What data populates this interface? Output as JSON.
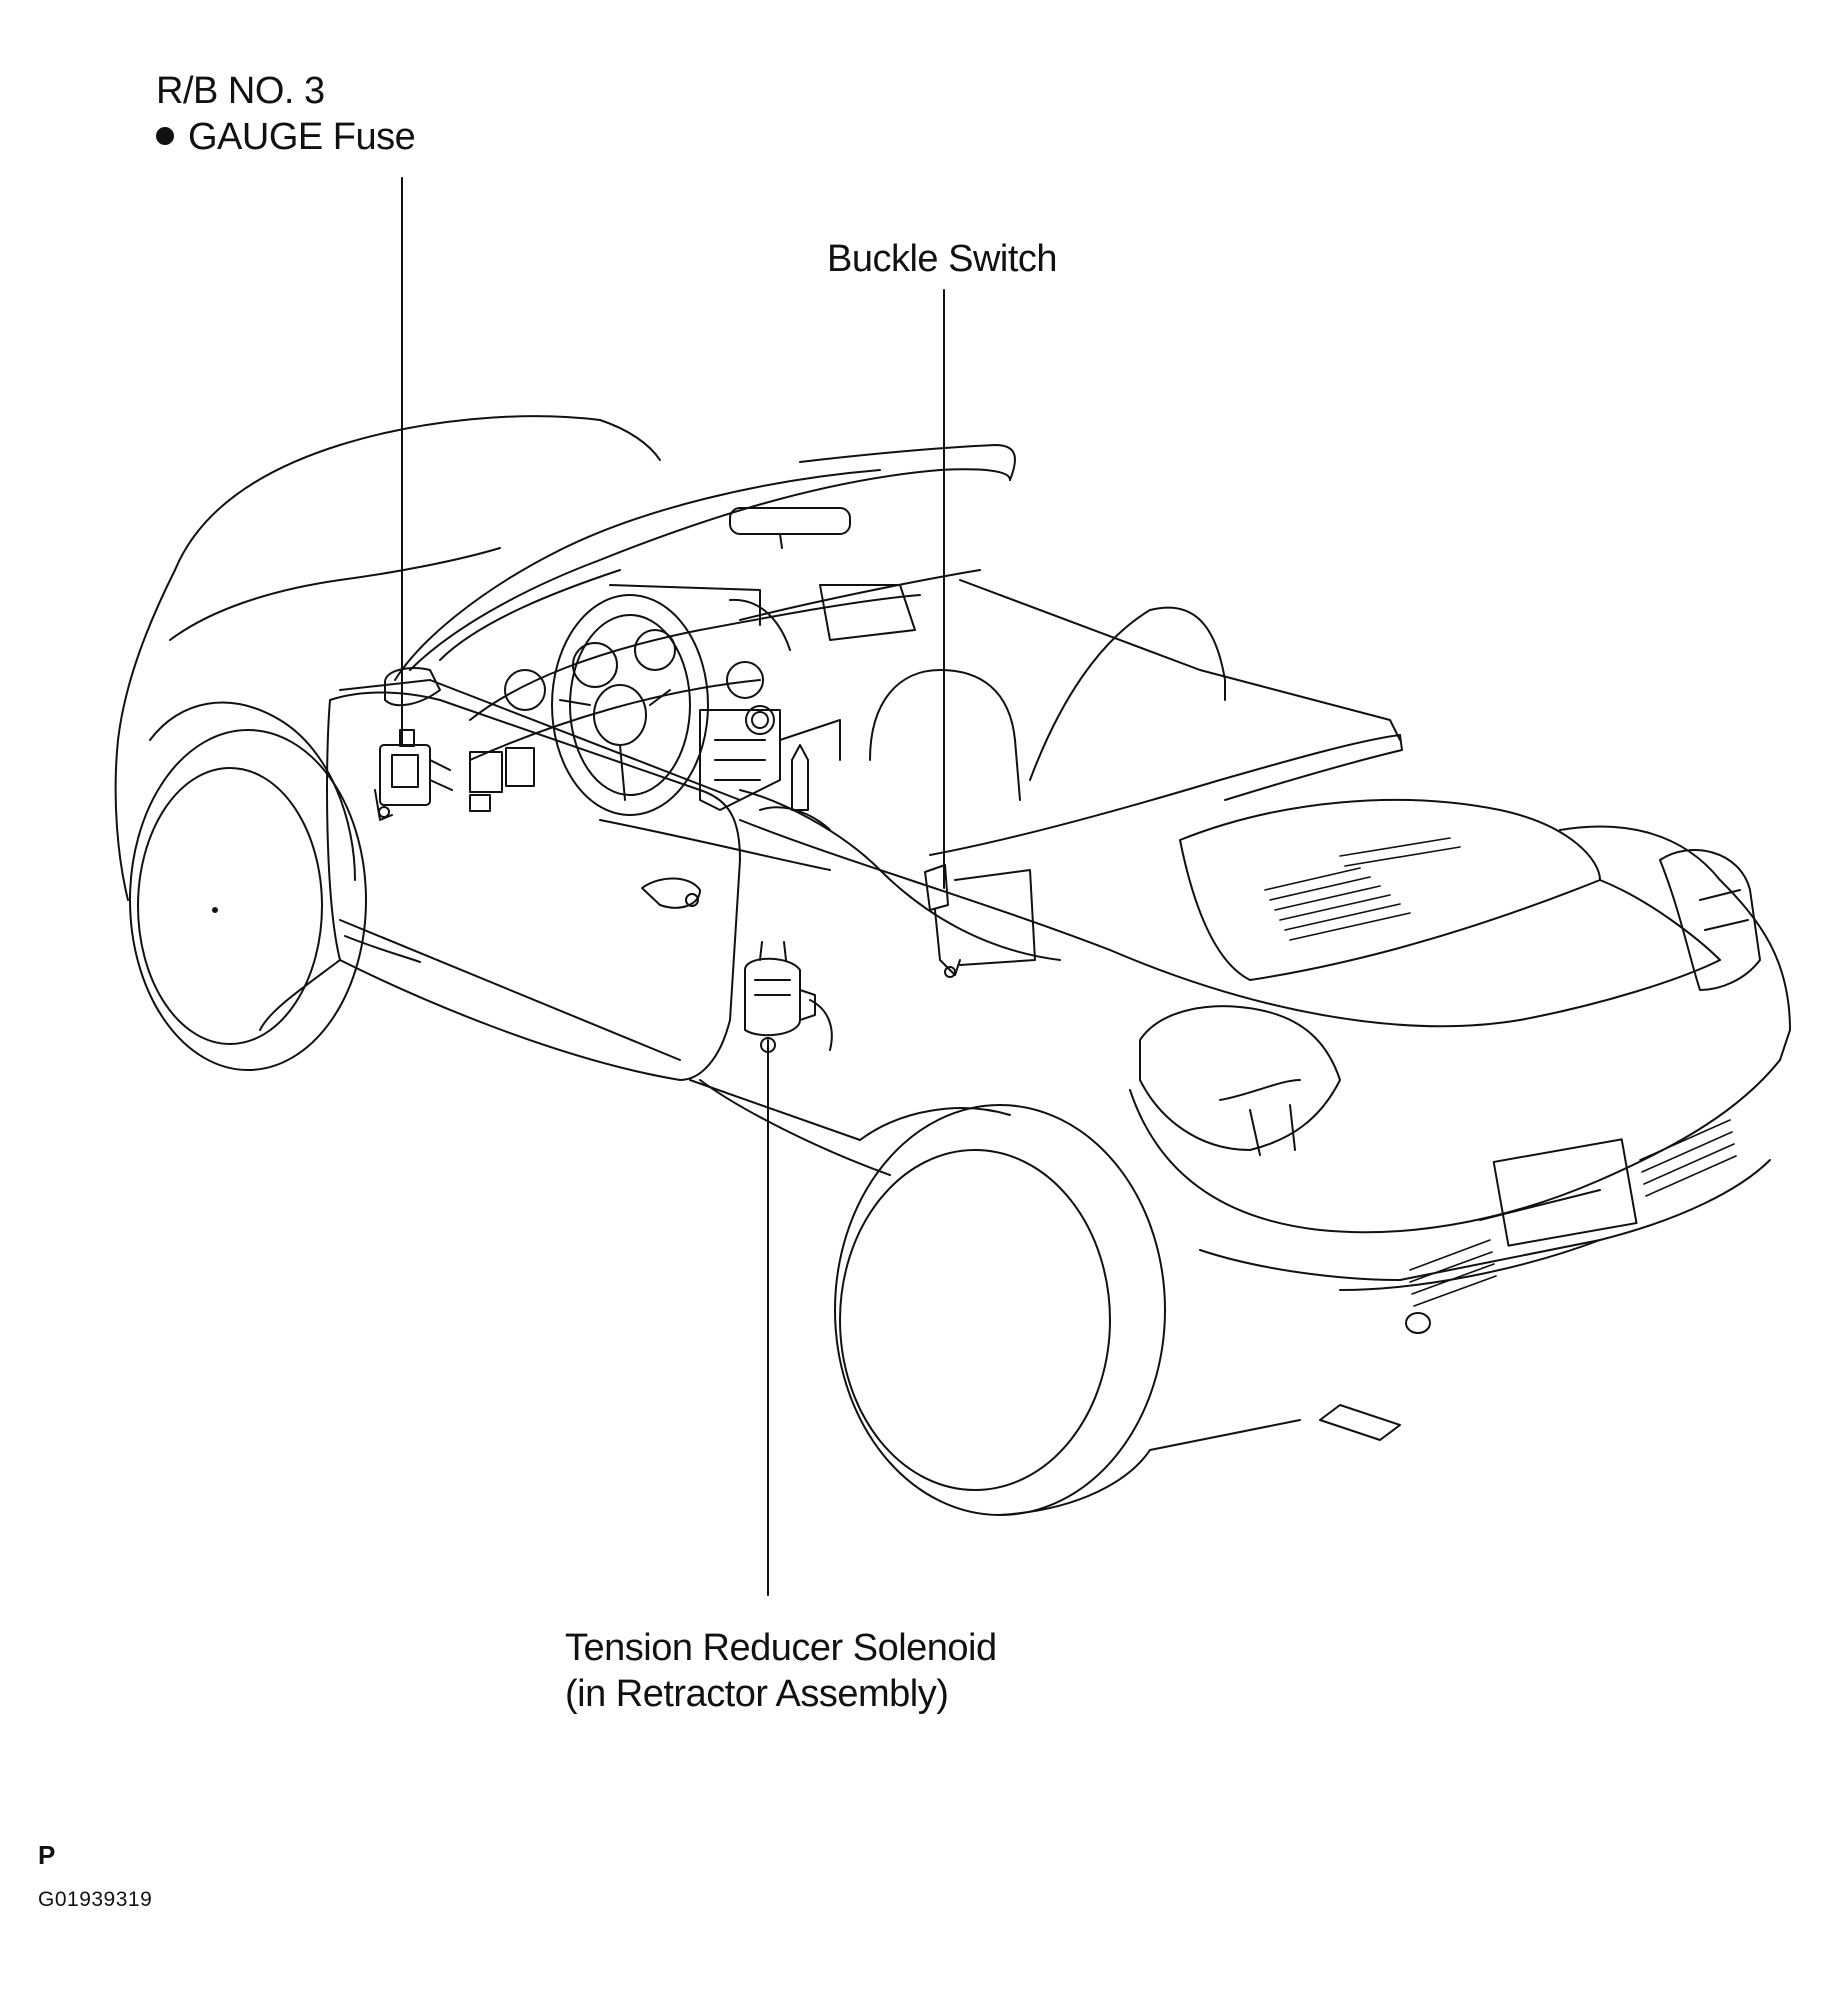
{
  "callouts": {
    "relay_block": {
      "line1": "R/B NO. 3",
      "line2": "GAUGE Fuse"
    },
    "buckle_switch": {
      "label": "Buckle Switch"
    },
    "tension_reducer": {
      "line1": "Tension Reducer Solenoid",
      "line2": "(in Retractor Assembly)"
    }
  },
  "footer": {
    "letter": "P",
    "figure_code": "G01939319"
  },
  "icons": [
    "bullet-icon",
    "vehicle-outline-drawing"
  ]
}
